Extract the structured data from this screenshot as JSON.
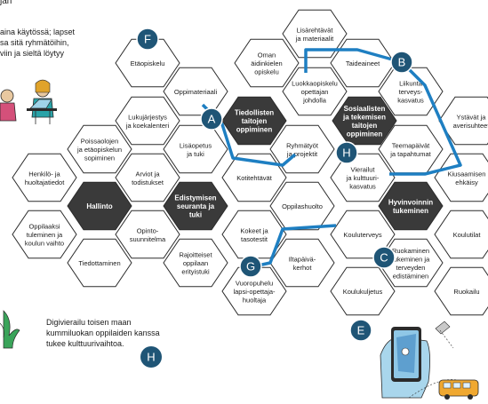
{
  "intro": {
    "top_fragment": "jan",
    "lines": [
      "aina käytössä; lapset",
      "sa sitä ryhmätöihin,",
      "viin ja sieltä löytyy"
    ]
  },
  "caption": {
    "lines": [
      "Digivierailu toisen maan",
      "kummiluokan oppilaiden kanssa",
      "tukee kulttuurivaihtoa."
    ],
    "badge": "H"
  },
  "colors": {
    "hex_fill": "#ffffff",
    "hex_dark": "#3a3a3a",
    "hex_stroke": "#2b2b2b",
    "badge": "#1f5576",
    "path": "#1e7fc2"
  },
  "hexes": [
    {
      "id": "lisarehtavat",
      "text": [
        "Lisärehtävät",
        "ja materiaalit"
      ]
    },
    {
      "id": "etaopiskelu",
      "text": [
        "Etäopiskelu"
      ]
    },
    {
      "id": "oman-aidinkielen",
      "text": [
        "Oman",
        "äidinkielen",
        "opiskelu"
      ]
    },
    {
      "id": "taideaineet",
      "text": [
        "Taideaineet"
      ]
    },
    {
      "id": "oppimateriaali",
      "text": [
        "Oppimateriaali"
      ]
    },
    {
      "id": "luokkaopiskelu",
      "text": [
        "Luokkaopiskelu",
        "opettajan",
        "johdolla"
      ]
    },
    {
      "id": "liikunta",
      "text": [
        "Liikunta",
        "terveys-",
        "kasvatus"
      ]
    },
    {
      "id": "lukujarjestys",
      "text": [
        "Lukujärjestys",
        "ja koekalenteri"
      ]
    },
    {
      "id": "tiedollisten",
      "text": [
        "Tiedollisten",
        "taitojen",
        "oppiminen"
      ],
      "dark": true
    },
    {
      "id": "sosiaalisten",
      "text": [
        "Sosiaalisten",
        "ja tekemisen",
        "taitojen",
        "oppiminen"
      ],
      "dark": true
    },
    {
      "id": "ystavat",
      "text": [
        "Ystävät ja",
        "averisuhteet"
      ]
    },
    {
      "id": "poissaolojen",
      "text": [
        "Poissaolojen",
        "ja etäopiskelun",
        "sopiminen"
      ]
    },
    {
      "id": "lisaopetus",
      "text": [
        "Lisäopetus",
        "ja tuki"
      ]
    },
    {
      "id": "ryhmatyot",
      "text": [
        "Ryhmätyöt",
        "ja projektit"
      ]
    },
    {
      "id": "teemapaivat",
      "text": [
        "Teemapäivät",
        "ja tapahtumat"
      ]
    },
    {
      "id": "henkilo",
      "text": [
        "Henkilö- ja",
        "huoltajatiedot"
      ]
    },
    {
      "id": "arviot",
      "text": [
        "Arviot ja",
        "todistukset"
      ]
    },
    {
      "id": "katiehtavat",
      "text": [
        "Kotitehtävät"
      ]
    },
    {
      "id": "vierailut",
      "text": [
        "Vierailut",
        "ja kulttuuri-",
        "kasvatus"
      ]
    },
    {
      "id": "kiusaamisen",
      "text": [
        "Kiusaamisen",
        "ehkäisy"
      ]
    },
    {
      "id": "hallinto",
      "text": [
        "Hallinto"
      ],
      "dark": true
    },
    {
      "id": "edistymisen",
      "text": [
        "Edistymisen",
        "seuranta ja",
        "tuki"
      ],
      "dark": true
    },
    {
      "id": "oppilashuolto",
      "text": [
        "Oppilashuolto"
      ]
    },
    {
      "id": "hyvinvoinnin",
      "text": [
        "Hyvinvoinnin",
        "tukeminen"
      ],
      "dark": true
    },
    {
      "id": "oppilaaksi",
      "text": [
        "Oppilaaksi",
        "tuleminen ja",
        "koulun vaihto"
      ]
    },
    {
      "id": "opintosuunnitelma",
      "text": [
        "Opinto-",
        "suunnitelma"
      ]
    },
    {
      "id": "kokeet",
      "text": [
        "Kokeet ja",
        "tasotestit"
      ]
    },
    {
      "id": "kouluterveys",
      "text": [
        "Kouluterveys"
      ]
    },
    {
      "id": "koulutilat",
      "text": [
        "Koulutilat"
      ]
    },
    {
      "id": "tiedottaminen",
      "text": [
        "Tiedottaminen"
      ]
    },
    {
      "id": "rajoitteiset",
      "text": [
        "Rajoitteiset",
        "oppilaan",
        "erityistuki"
      ]
    },
    {
      "id": "iltapaivakerhot",
      "text": [
        "Iltapäivä-",
        "kerhot"
      ]
    },
    {
      "id": "ruokaminen",
      "text": [
        "Ruokaminen",
        "tukeminen ja",
        "terveyden",
        "edistäminen"
      ]
    },
    {
      "id": "vuoropuhelu",
      "text": [
        "Vuoropuhelu",
        "lapsi-opettaja-",
        "huoltaja"
      ]
    },
    {
      "id": "koulukuljetus",
      "text": [
        "Koulukuljetus"
      ]
    },
    {
      "id": "ruokailu",
      "text": [
        "Ruokailu"
      ]
    }
  ],
  "badges": [
    "F",
    "A",
    "B",
    "H",
    "C",
    "G",
    "E"
  ]
}
